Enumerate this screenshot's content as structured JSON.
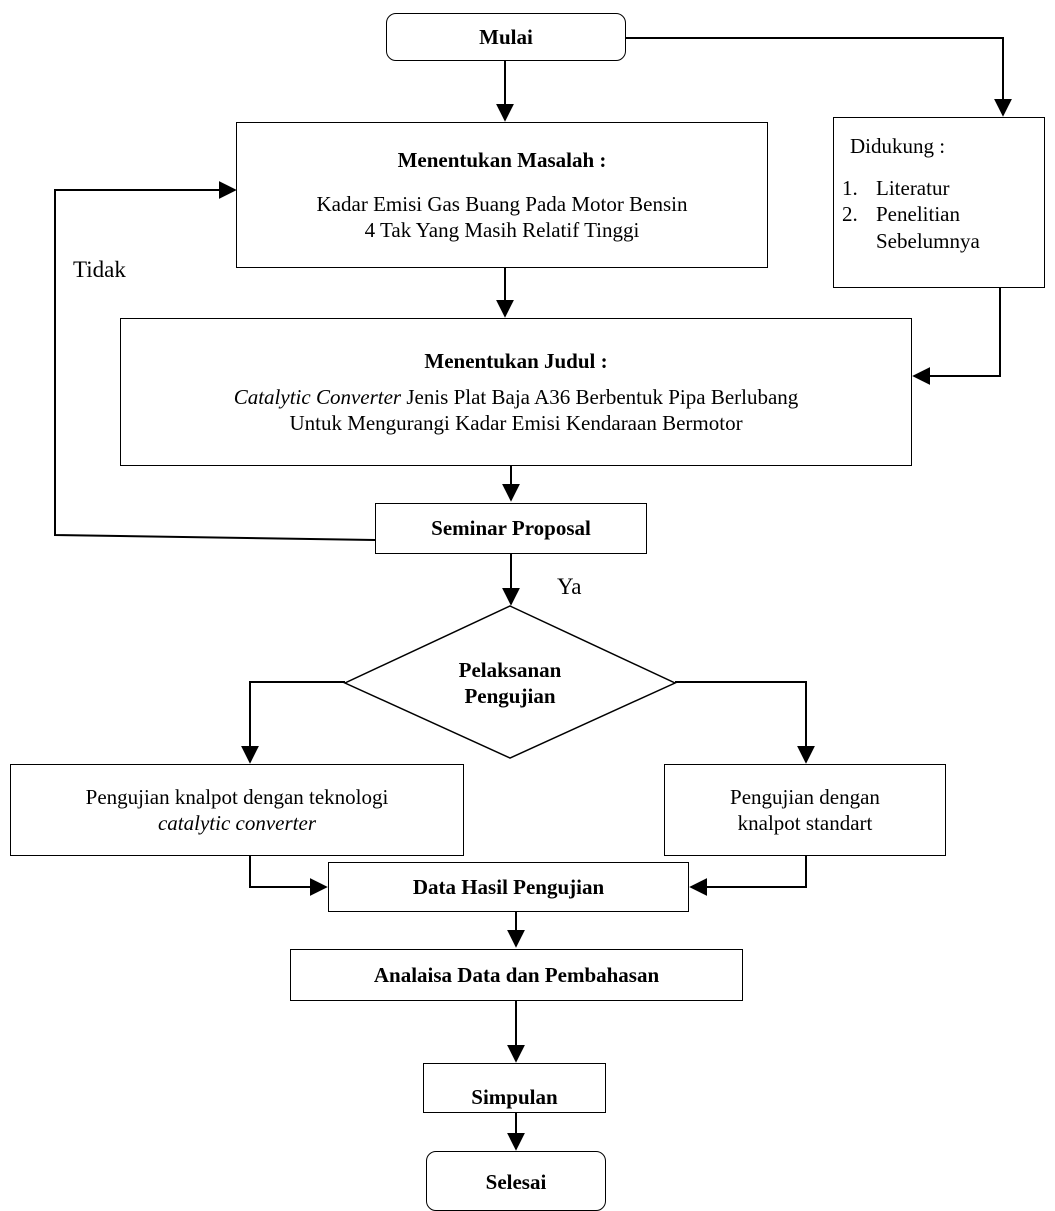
{
  "nodes": {
    "start": "Mulai",
    "problem": {
      "title": "Menentukan Masalah :",
      "line1": "Kadar Emisi Gas Buang Pada Motor Bensin",
      "line2": "4 Tak Yang Masih Relatif Tinggi"
    },
    "support": {
      "title": "Didukung :",
      "items": [
        {
          "num": "1.",
          "text": "Literatur"
        },
        {
          "num": "2.",
          "text": "Penelitian"
        },
        {
          "num": "",
          "text": "Sebelumnya"
        }
      ]
    },
    "judul": {
      "title": "Menentukan Judul :",
      "line1_italic": "Catalytic Converter",
      "line1_rest": " Jenis Plat Baja A36 Berbentuk Pipa Berlubang",
      "line2": "Untuk Mengurangi Kadar Emisi Kendaraan Bermotor"
    },
    "seminar": "Seminar Proposal",
    "decision": {
      "line1": "Pelaksanan",
      "line2": "Pengujian"
    },
    "test_catalytic": {
      "line1": "Pengujian knalpot dengan teknologi",
      "line2_italic": "catalytic converter"
    },
    "test_standard": {
      "line1": "Pengujian dengan",
      "line2": "knalpot standart"
    },
    "data": "Data Hasil Pengujian",
    "analysis": "Analaisa Data dan Pembahasan",
    "conclusion": "Simpulan",
    "end": "Selesai"
  },
  "labels": {
    "no": "Tidak",
    "yes": "Ya"
  }
}
